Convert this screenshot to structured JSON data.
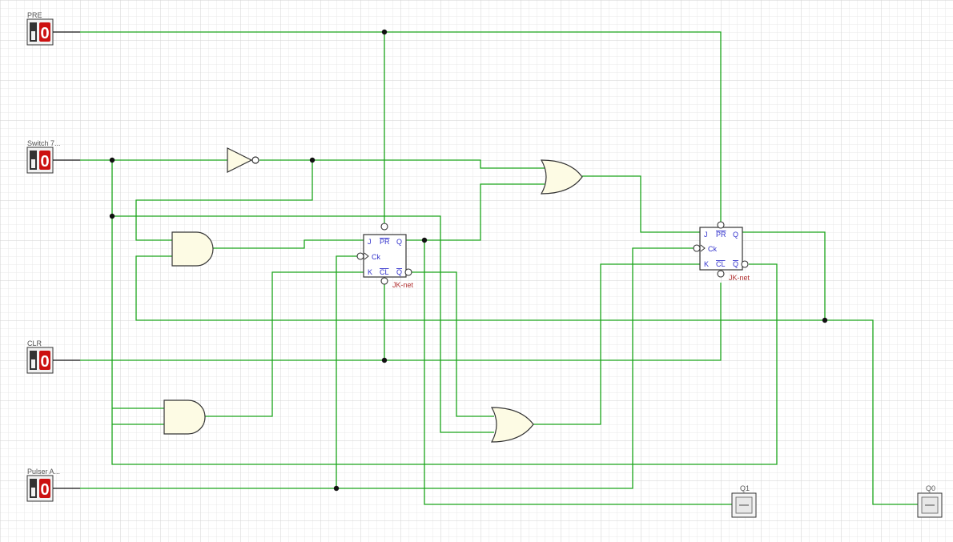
{
  "inputs": [
    {
      "label": "PRE",
      "value": "0"
    },
    {
      "label": "Switch 7...",
      "value": "0"
    },
    {
      "label": "CLR",
      "value": "0"
    },
    {
      "label": "Pulser A...",
      "value": "0"
    }
  ],
  "flipflops": [
    {
      "pins": {
        "j": "J",
        "pr": "PR",
        "q": "Q",
        "ck": "Ck",
        "k": "K",
        "cl": "CL",
        "qbar": "Q"
      },
      "label": "JK-net"
    },
    {
      "pins": {
        "j": "J",
        "pr": "PR",
        "q": "Q",
        "ck": "Ck",
        "k": "K",
        "cl": "CL",
        "qbar": "Q"
      },
      "label": "JK-net"
    }
  ],
  "outputs": [
    {
      "label": "Q1"
    },
    {
      "label": "Q0"
    }
  ],
  "colors": {
    "wire": "#1aa51a",
    "grid_minor": "#e6e6e6",
    "grid_major": "#cfcfcf",
    "gate_fill": "#fdfbe4",
    "pin_text": "#3333cc",
    "ff_label": "#b03030",
    "switch_red": "#cc1111"
  }
}
